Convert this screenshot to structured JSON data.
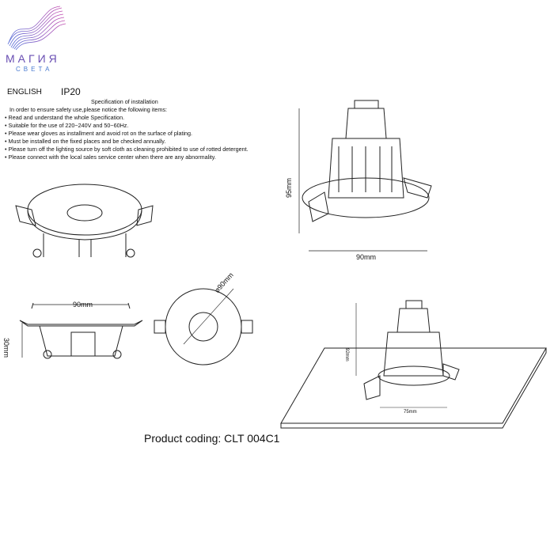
{
  "logo": {
    "title": "МАГИЯ",
    "subtitle": "СВЕТА"
  },
  "header": {
    "language": "ENGLISH",
    "rating": "IP20"
  },
  "spec": {
    "title": "Specification of installation",
    "intro": "In order to ensure safety use,please notice the following items:",
    "items": [
      "• Read and understand the whole Specification.",
      "• Suitable for the use of 220~240V and 50~60Hz.",
      "• Please wear gloves as installment and avoid rot on the surface of plating.",
      "• Must be installed on the fixed places and be checked annually.",
      "• Please turn off the lighting source by soft cloth as cleaning prohibited to use of rotted detergent.",
      "• Please connect with the local sales service center when there are any abnormality."
    ]
  },
  "dimensions": {
    "side_width": "90mm",
    "side_height": "30mm",
    "top_diameter": "⌀90mm",
    "lamp_height": "95mm",
    "lamp_width": "90mm",
    "install_height": "92mm",
    "cutout": "75mm"
  },
  "product_coding": "Product coding: CLT 004C1"
}
